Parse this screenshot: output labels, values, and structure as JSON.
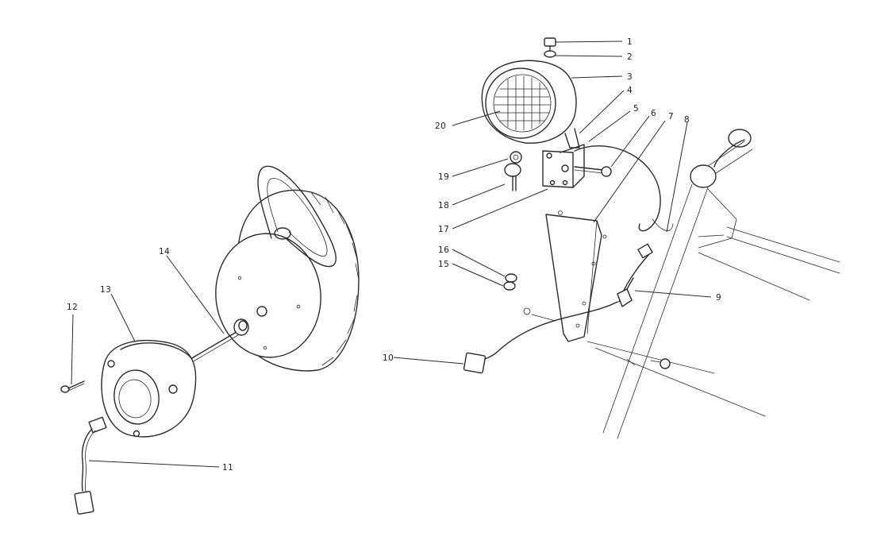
{
  "callouts": {
    "c1": "1",
    "c2": "2",
    "c3": "3",
    "c4": "4",
    "c5": "5",
    "c6": "6",
    "c7": "7",
    "c8": "8",
    "c9": "9",
    "c10": "10",
    "c11": "11",
    "c12": "12",
    "c13": "13",
    "c14": "14",
    "c15": "15",
    "c16": "16",
    "c17": "17",
    "c18": "18",
    "c19": "19",
    "c20": "20"
  },
  "colors": {
    "ink": "#2a2a2a",
    "paper": "#ffffff"
  }
}
